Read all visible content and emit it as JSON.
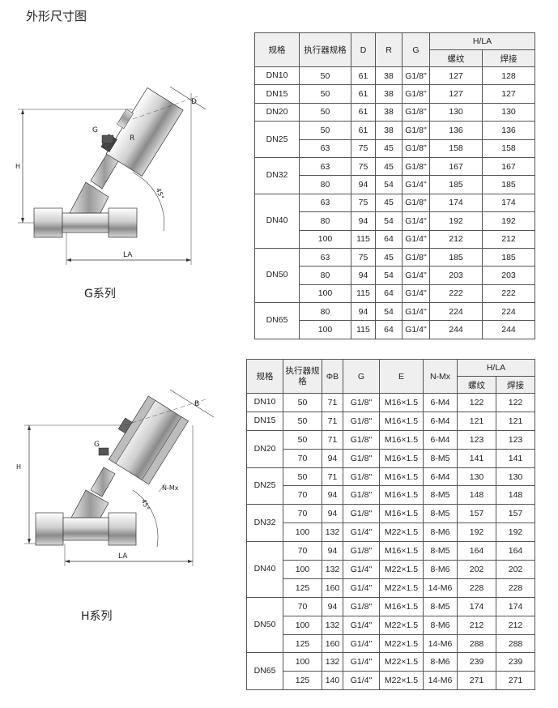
{
  "page": {
    "title": "外形尺寸图"
  },
  "g_series": {
    "label": "G系列",
    "drawing_labels": {
      "d": "D",
      "g": "G",
      "r": "R",
      "h": "H",
      "angle": "45°",
      "la": "LA"
    },
    "table": {
      "headers": {
        "size": "规格",
        "actuator": "执行器规格",
        "d": "D",
        "r": "R",
        "g": "G",
        "hla": "H/LA",
        "thread": "螺纹",
        "weld": "焊接"
      },
      "groups": [
        {
          "size": "DN10",
          "rows": [
            {
              "actuator": "50",
              "d": "61",
              "r": "38",
              "g": "G1/8\"",
              "thread": "127",
              "weld": "128"
            }
          ]
        },
        {
          "size": "DN15",
          "rows": [
            {
              "actuator": "50",
              "d": "61",
              "r": "38",
              "g": "G1/8\"",
              "thread": "127",
              "weld": "127"
            }
          ]
        },
        {
          "size": "DN20",
          "rows": [
            {
              "actuator": "50",
              "d": "61",
              "r": "38",
              "g": "G1/8\"",
              "thread": "130",
              "weld": "130"
            }
          ]
        },
        {
          "size": "DN25",
          "rows": [
            {
              "actuator": "50",
              "d": "61",
              "r": "38",
              "g": "G1/8\"",
              "thread": "136",
              "weld": "136"
            },
            {
              "actuator": "63",
              "d": "75",
              "r": "45",
              "g": "G1/8\"",
              "thread": "158",
              "weld": "158"
            }
          ]
        },
        {
          "size": "DN32",
          "rows": [
            {
              "actuator": "63",
              "d": "75",
              "r": "45",
              "g": "G1/8\"",
              "thread": "167",
              "weld": "167"
            },
            {
              "actuator": "80",
              "d": "94",
              "r": "54",
              "g": "G1/4\"",
              "thread": "185",
              "weld": "185"
            }
          ]
        },
        {
          "size": "DN40",
          "rows": [
            {
              "actuator": "63",
              "d": "75",
              "r": "45",
              "g": "G1/8\"",
              "thread": "174",
              "weld": "174"
            },
            {
              "actuator": "80",
              "d": "94",
              "r": "54",
              "g": "G1/4\"",
              "thread": "192",
              "weld": "192"
            },
            {
              "actuator": "100",
              "d": "115",
              "r": "64",
              "g": "G1/4\"",
              "thread": "212",
              "weld": "212"
            }
          ]
        },
        {
          "size": "DN50",
          "rows": [
            {
              "actuator": "63",
              "d": "75",
              "r": "45",
              "g": "G1/8\"",
              "thread": "185",
              "weld": "185"
            },
            {
              "actuator": "80",
              "d": "94",
              "r": "54",
              "g": "G1/4\"",
              "thread": "203",
              "weld": "203"
            },
            {
              "actuator": "100",
              "d": "115",
              "r": "64",
              "g": "G1/4\"",
              "thread": "222",
              "weld": "222"
            }
          ]
        },
        {
          "size": "DN65",
          "rows": [
            {
              "actuator": "80",
              "d": "94",
              "r": "54",
              "g": "G1/4\"",
              "thread": "224",
              "weld": "224"
            },
            {
              "actuator": "100",
              "d": "115",
              "r": "64",
              "g": "G1/4\"",
              "thread": "244",
              "weld": "244"
            }
          ]
        }
      ]
    }
  },
  "h_series": {
    "label": "H系列",
    "drawing_labels": {
      "b": "B",
      "g": "G",
      "h": "H",
      "nmx": "N-Mx",
      "angle": "45°",
      "la": "LA"
    },
    "table": {
      "headers": {
        "size": "规格",
        "actuator": "执行器规格",
        "phib": "ΦB",
        "g": "G",
        "e": "E",
        "nmx": "N-Mx",
        "hla": "H/LA",
        "thread": "螺纹",
        "weld": "焊接"
      },
      "groups": [
        {
          "size": "DN10",
          "rows": [
            {
              "actuator": "50",
              "phib": "71",
              "g": "G1/8\"",
              "e": "M16×1.5",
              "nmx": "6-M4",
              "thread": "122",
              "weld": "122"
            }
          ]
        },
        {
          "size": "DN15",
          "rows": [
            {
              "actuator": "50",
              "phib": "71",
              "g": "G1/8\"",
              "e": "M16×1.5",
              "nmx": "6-M4",
              "thread": "121",
              "weld": "121"
            }
          ]
        },
        {
          "size": "DN20",
          "rows": [
            {
              "actuator": "50",
              "phib": "71",
              "g": "G1/8\"",
              "e": "M16×1.5",
              "nmx": "6-M4",
              "thread": "123",
              "weld": "123"
            },
            {
              "actuator": "70",
              "phib": "94",
              "g": "G1/8\"",
              "e": "M16×1.5",
              "nmx": "8-M5",
              "thread": "141",
              "weld": "141"
            }
          ]
        },
        {
          "size": "DN25",
          "rows": [
            {
              "actuator": "50",
              "phib": "71",
              "g": "G1/8\"",
              "e": "M16×1.5",
              "nmx": "6-M4",
              "thread": "130",
              "weld": "130"
            },
            {
              "actuator": "70",
              "phib": "94",
              "g": "G1/8\"",
              "e": "M16×1.5",
              "nmx": "8-M5",
              "thread": "148",
              "weld": "148"
            }
          ]
        },
        {
          "size": "DN32",
          "rows": [
            {
              "actuator": "70",
              "phib": "94",
              "g": "G1/8\"",
              "e": "M16×1.5",
              "nmx": "8-M5",
              "thread": "157",
              "weld": "157"
            },
            {
              "actuator": "100",
              "phib": "132",
              "g": "G1/4\"",
              "e": "M22×1.5",
              "nmx": "8-M6",
              "thread": "192",
              "weld": "192"
            }
          ]
        },
        {
          "size": "DN40",
          "rows": [
            {
              "actuator": "70",
              "phib": "94",
              "g": "G1/8\"",
              "e": "M16×1.5",
              "nmx": "8-M5",
              "thread": "164",
              "weld": "164"
            },
            {
              "actuator": "100",
              "phib": "132",
              "g": "G1/4\"",
              "e": "M22×1.5",
              "nmx": "8-M6",
              "thread": "202",
              "weld": "202"
            },
            {
              "actuator": "125",
              "phib": "160",
              "g": "G1/4\"",
              "e": "M22×1.5",
              "nmx": "14-M6",
              "thread": "228",
              "weld": "228"
            }
          ]
        },
        {
          "size": "DN50",
          "rows": [
            {
              "actuator": "70",
              "phib": "94",
              "g": "G1/8\"",
              "e": "M16×1.5",
              "nmx": "8-M5",
              "thread": "174",
              "weld": "174"
            },
            {
              "actuator": "100",
              "phib": "132",
              "g": "G1/4\"",
              "e": "M22×1.5",
              "nmx": "8-M6",
              "thread": "212",
              "weld": "212"
            },
            {
              "actuator": "125",
              "phib": "160",
              "g": "G1/4\"",
              "e": "M22×1.5",
              "nmx": "14-M6",
              "thread": "288",
              "weld": "288"
            }
          ]
        },
        {
          "size": "DN65",
          "rows": [
            {
              "actuator": "100",
              "phib": "132",
              "g": "G1/4\"",
              "e": "M22×1.5",
              "nmx": "8-M6",
              "thread": "239",
              "weld": "239"
            },
            {
              "actuator": "125",
              "phib": "140",
              "g": "G1/4\"",
              "e": "M22×1.5",
              "nmx": "14-M6",
              "thread": "271",
              "weld": "271"
            }
          ]
        }
      ]
    }
  }
}
